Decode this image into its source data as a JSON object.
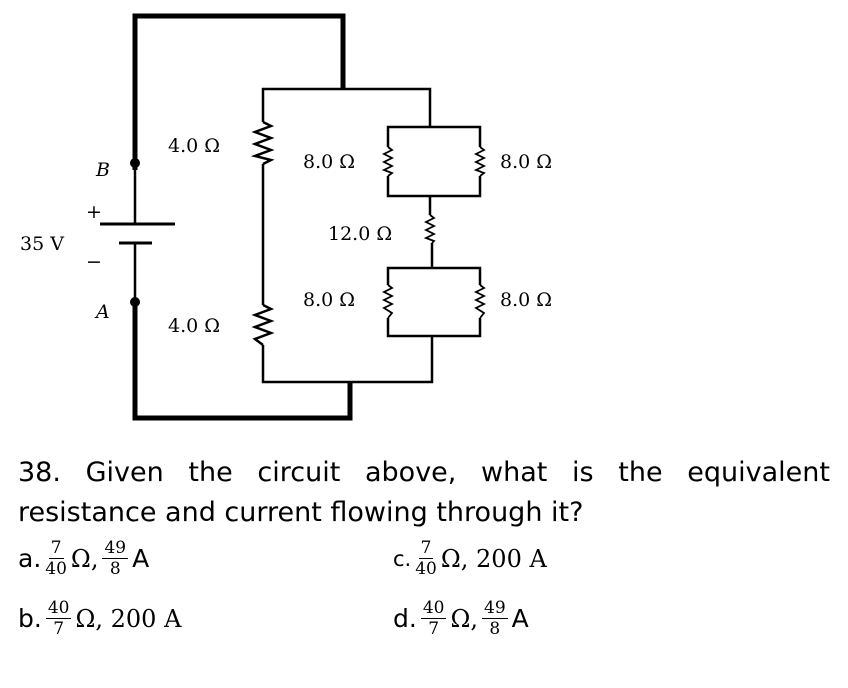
{
  "circuit": {
    "battery_label": "35 V",
    "plus": "+",
    "minus": "−",
    "node_b": "B",
    "node_a": "A",
    "r_top_left": "4.0 Ω",
    "r_bottom_left": "4.0 Ω",
    "r_upper_box_left": "8.0 Ω",
    "r_upper_box_right": "8.0 Ω",
    "r_middle": "12.0 Ω",
    "r_lower_box_left": "8.0 Ω",
    "r_lower_box_right": "8.0 Ω"
  },
  "question": {
    "line1": "38. Given the circuit above, what is the equivalent",
    "line2": "resistance and current flowing through it?"
  },
  "answers": [
    {
      "letter": "a.",
      "r_num": "7",
      "r_den": "40",
      "ohm": "Ω,",
      "i_num": "49",
      "i_den": "8",
      "unit": "A"
    },
    {
      "letter": "b.",
      "r_num": "40",
      "r_den": "7",
      "ohm": "Ω, 200 A"
    },
    {
      "letter": "c.",
      "r_num": "7",
      "r_den": "40",
      "ohm": "Ω, 200 A"
    },
    {
      "letter": "d.",
      "r_num": "40",
      "r_den": "7",
      "ohm": "Ω,",
      "i_num": "49",
      "i_den": "8",
      "unit": "A"
    }
  ]
}
